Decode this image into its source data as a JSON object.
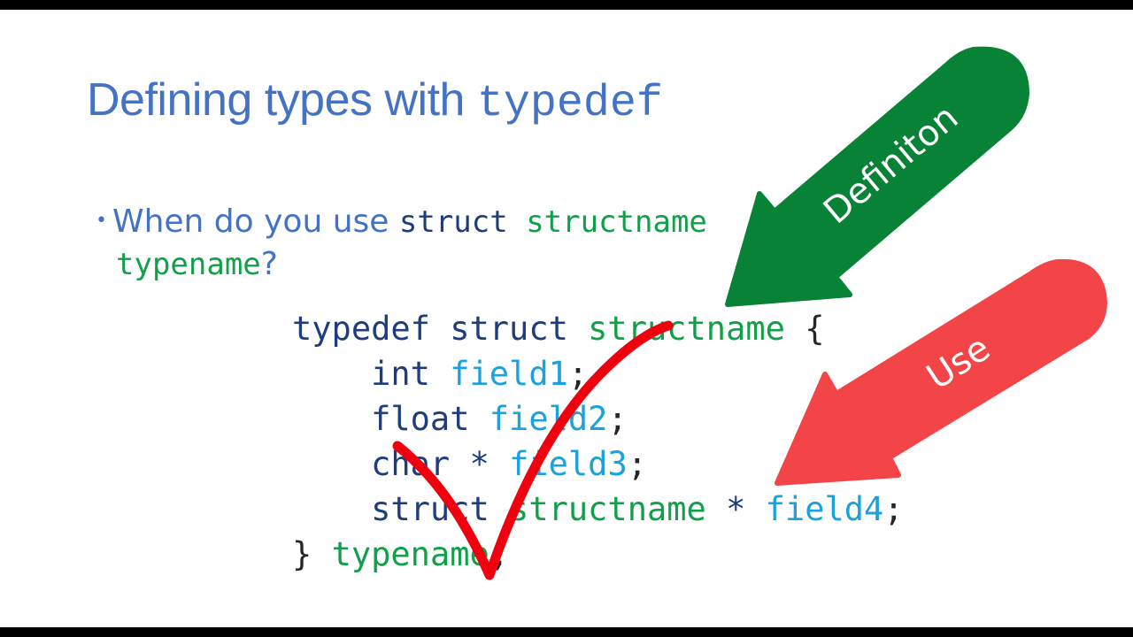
{
  "slide": {
    "title_text": "Defining types with ",
    "title_code": "typedef",
    "bullet": {
      "marker": "•",
      "prefix": "When do you use ",
      "keyword": "struct",
      "structname": "structname",
      "typename": "typename",
      "suffix": "?"
    },
    "code": {
      "line1": {
        "kw1": "typedef",
        "kw2": "struct",
        "name": "structname",
        "brace": "{"
      },
      "line2": {
        "type": "int",
        "field": "field1",
        "semi": ";"
      },
      "line3": {
        "type": "float",
        "field": "field2",
        "semi": ";"
      },
      "line4": {
        "type": "char",
        "star": "*",
        "field": "field3",
        "semi": ";"
      },
      "line5": {
        "kw": "struct",
        "name": "structname",
        "star": "*",
        "field": "field4",
        "semi": ";"
      },
      "line6": {
        "brace": "}",
        "typename": "typename",
        "semi": ";"
      }
    }
  },
  "annotations": {
    "green_arrow_label": "Definiton",
    "red_arrow_label": "Use",
    "checkmark": "check-mark"
  },
  "colors": {
    "title_blue": "#4472c4",
    "keyword_navy": "#1f3d7a",
    "name_green": "#11a04a",
    "field_cyan": "#1ba1db",
    "arrow_green": "#078236",
    "arrow_red": "#f34447",
    "check_red": "#f0000f"
  }
}
